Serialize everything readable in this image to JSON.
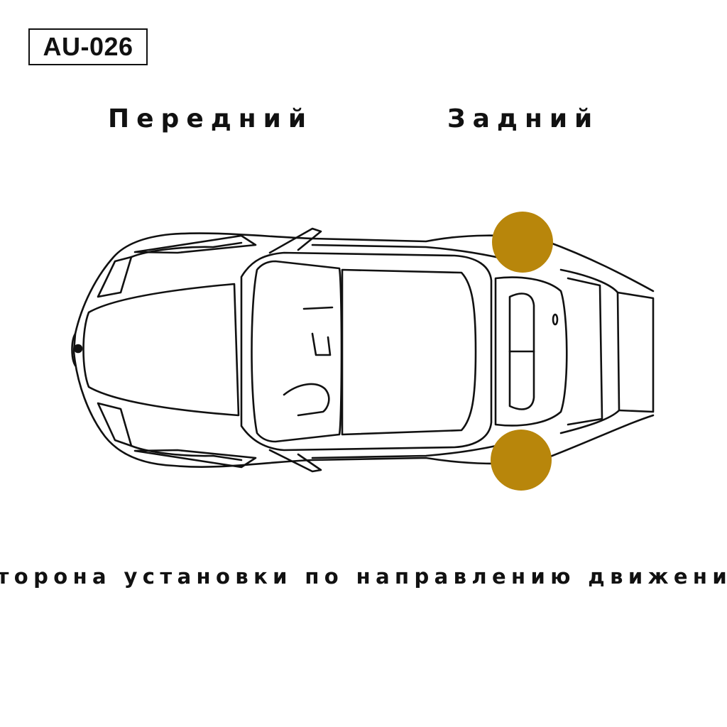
{
  "badge": {
    "code": "AU-026"
  },
  "labels": {
    "front": "Передний",
    "rear": "Задний"
  },
  "caption": "Сторона установки по направлению движения",
  "markers": {
    "color": "#B8860B",
    "positions": [
      "rear-left",
      "rear-right"
    ]
  },
  "diagram": {
    "subject": "car-top-view-outline",
    "line_color": "#111111"
  }
}
